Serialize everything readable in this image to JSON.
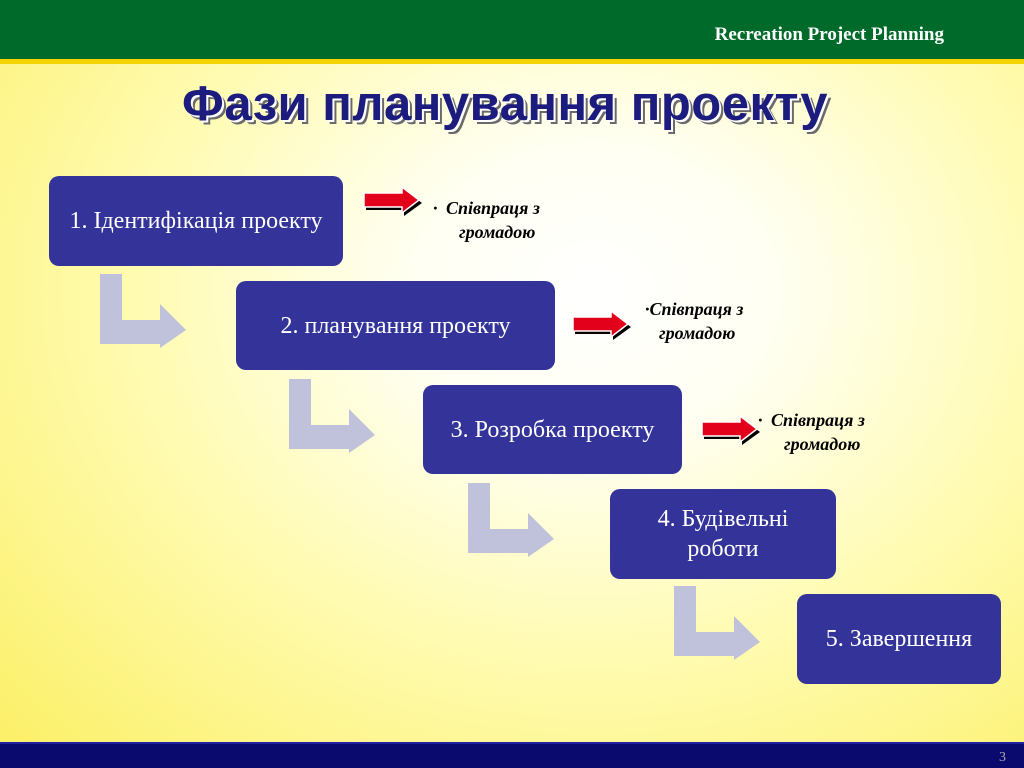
{
  "header": {
    "title": "Recreation Project Planning"
  },
  "slide": {
    "title": "Фази планування проекту",
    "page_number": "3"
  },
  "phases": [
    {
      "label": "1. Ідентифікація проекту"
    },
    {
      "label": "2. планування проекту"
    },
    {
      "label": "3. Розробка проекту"
    },
    {
      "label": "4. Будівельні роботи"
    },
    {
      "label": "5. Завершення"
    }
  ],
  "notes": [
    {
      "bullet": "·",
      "text_line1": "Співпраця з",
      "text_line2": "громадою"
    },
    {
      "bullet": "·",
      "text_line1": "Співпраця з",
      "text_line2": "громадою"
    },
    {
      "bullet": "·",
      "text_line1": "Співпраця з",
      "text_line2": "громадою"
    }
  ],
  "colors": {
    "header_bg": "#006a2a",
    "accent_stripe": "#f3d400",
    "box_fill": "#333399",
    "connector_fill": "#c0c2dc",
    "arrow_red": "#e3001b",
    "footer_bg": "#0a0a6e"
  }
}
